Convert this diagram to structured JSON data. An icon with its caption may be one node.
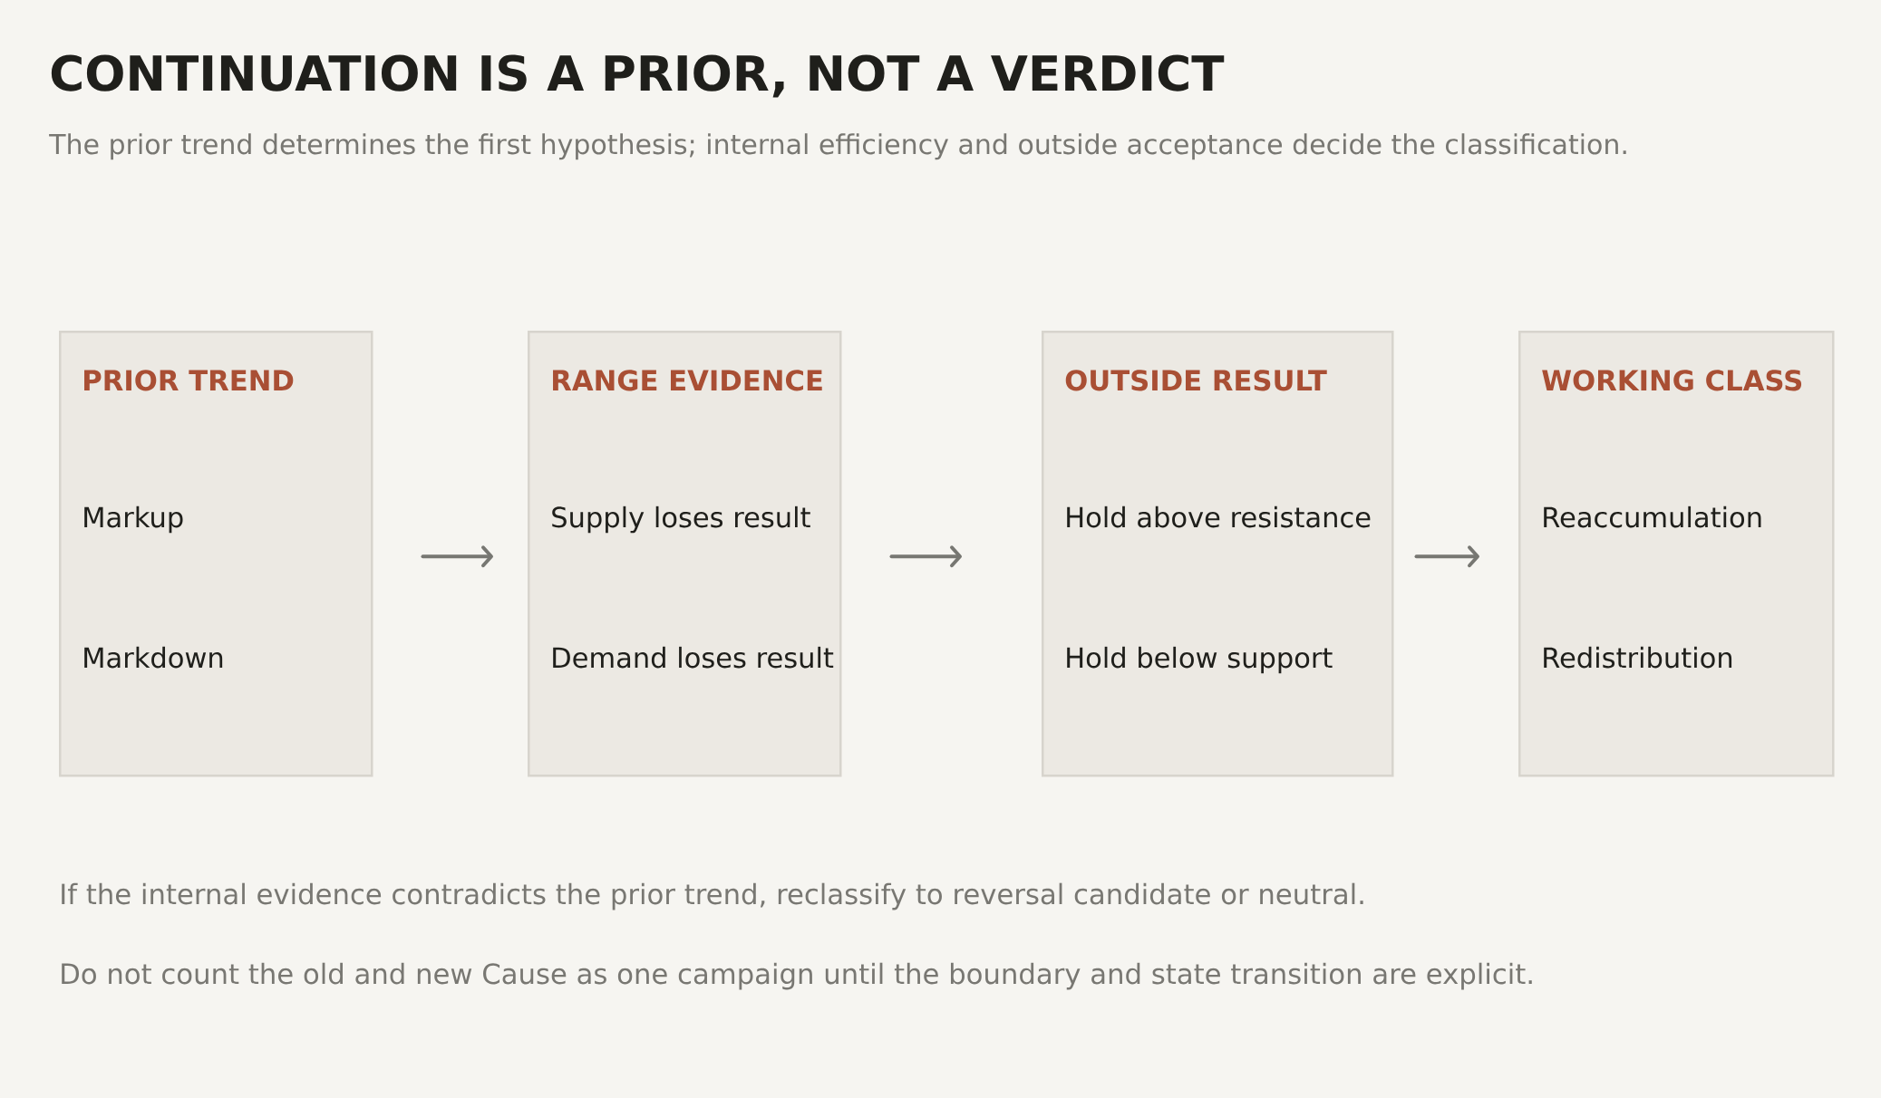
{
  "diagram": {
    "title": "CONTINUATION IS A PRIOR, NOT A VERDICT",
    "nodes": [
      {
        "text": [
          "PRIOR TREND",
          "Markup",
          "Markdown"
        ]
      },
      {
        "text": [
          "RANGE EVIDENCE",
          "Supply loses result",
          "Demand loses result"
        ]
      },
      {
        "text": [
          "OUTSIDE RESULT",
          "Hold above resistance",
          "Hold below support"
        ]
      },
      {
        "text": [
          "WORKING CLASS",
          "Reaccumulation",
          "Redistribution"
        ]
      }
    ],
    "edges": [
      {
        "from": 0,
        "to": 1,
        "arrow": "to"
      },
      {
        "from": 1,
        "to": 2,
        "arrow": "to"
      },
      {
        "from": 2,
        "to": 3,
        "arrow": "to"
      }
    ],
    "labels": [
      "The prior trend determines the first hypothesis; internal efficiency and outside acceptance decide the classification.",
      "If the internal evidence contradicts the prior trend, reclassify to reversal candidate or neutral.",
      "Do not count the old and new Cause as one campaign until the boundary and state transition are explicit."
    ]
  }
}
